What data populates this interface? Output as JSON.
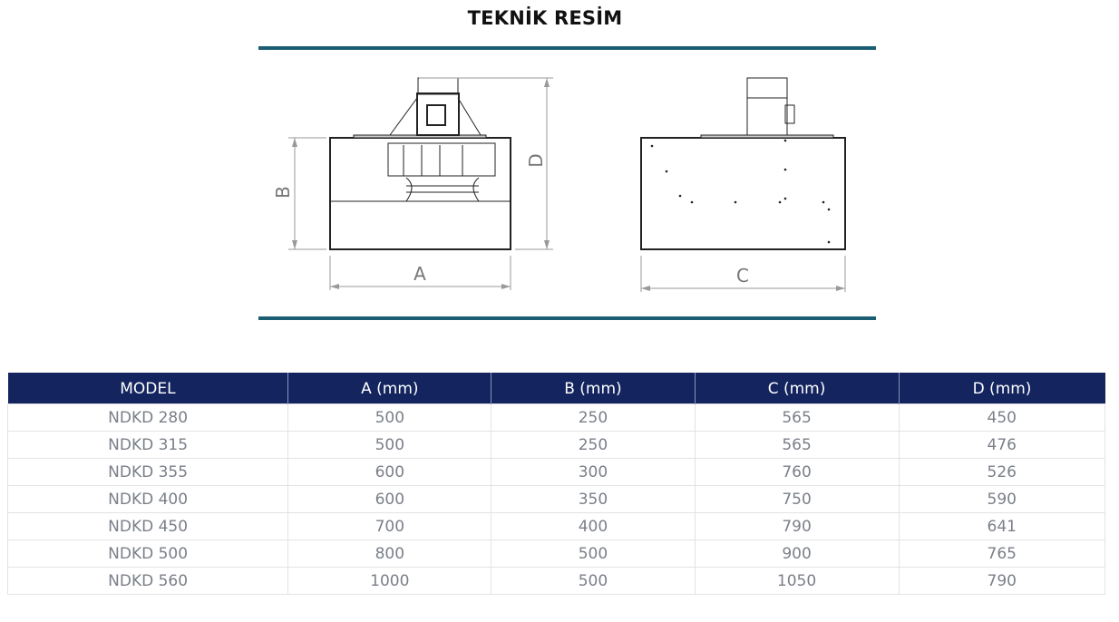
{
  "title": "TEKNİK RESİM",
  "drawing": {
    "label_a": "A",
    "label_b": "B",
    "label_c": "C",
    "label_d": "D"
  },
  "table": {
    "headers": [
      "MODEL",
      "A (mm)",
      "B (mm)",
      "C (mm)",
      "D (mm)"
    ],
    "rows": [
      [
        "NDKD 280",
        "500",
        "250",
        "565",
        "450"
      ],
      [
        "NDKD 315",
        "500",
        "250",
        "565",
        "476"
      ],
      [
        "NDKD 355",
        "600",
        "300",
        "760",
        "526"
      ],
      [
        "NDKD 400",
        "600",
        "350",
        "750",
        "590"
      ],
      [
        "NDKD 450",
        "700",
        "400",
        "790",
        "641"
      ],
      [
        "NDKD 500",
        "800",
        "500",
        "900",
        "765"
      ],
      [
        "NDKD 560",
        "1000",
        "500",
        "1050",
        "790"
      ]
    ]
  }
}
